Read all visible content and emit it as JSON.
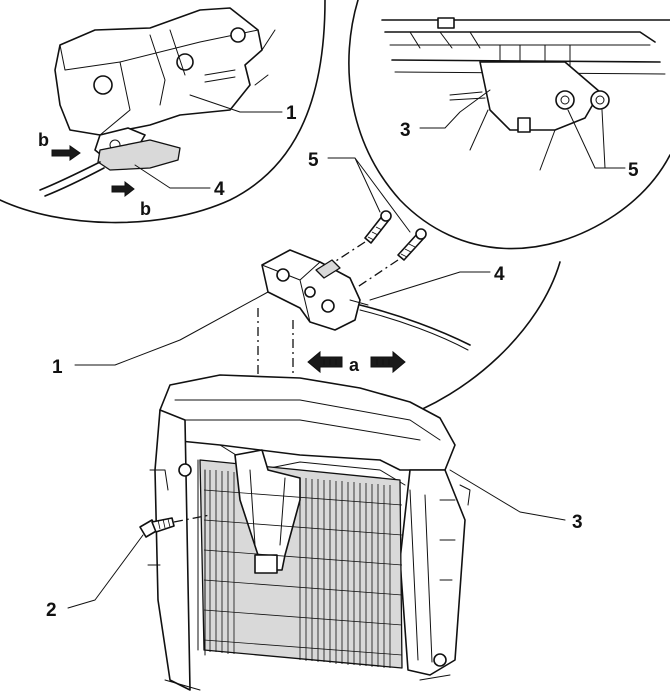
{
  "callouts": {
    "latch_detail_1": "1",
    "latch_detail_4": "4",
    "latch_detail_b_top": "b",
    "latch_detail_b_bottom": "b",
    "frame_detail_3": "3",
    "frame_detail_5": "5",
    "main_5": "5",
    "main_4": "4",
    "main_1": "1",
    "main_a": "a",
    "main_3": "3",
    "main_2": "2"
  }
}
